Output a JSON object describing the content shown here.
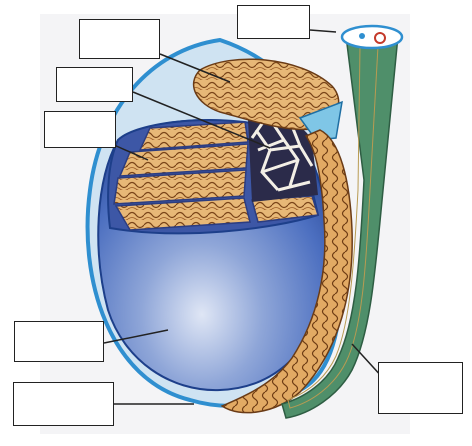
{
  "colors": {
    "testis_fill": "#4c6fc0",
    "tunica_outline": "#2f8fd0",
    "tubule": "#d9a15c",
    "tubule_outline": "#6a3b16",
    "duct_green": "#4f8f6a",
    "vas_cream": "#f3edc9",
    "rete": "#2b2b4a",
    "leader": "#222222"
  },
  "labels": [
    {
      "id": "label-1",
      "text": ""
    },
    {
      "id": "label-2",
      "text": ""
    },
    {
      "id": "label-3",
      "text": ""
    },
    {
      "id": "label-4",
      "text": ""
    },
    {
      "id": "label-5",
      "text": ""
    },
    {
      "id": "label-6",
      "text": ""
    },
    {
      "id": "label-7",
      "text": ""
    }
  ]
}
